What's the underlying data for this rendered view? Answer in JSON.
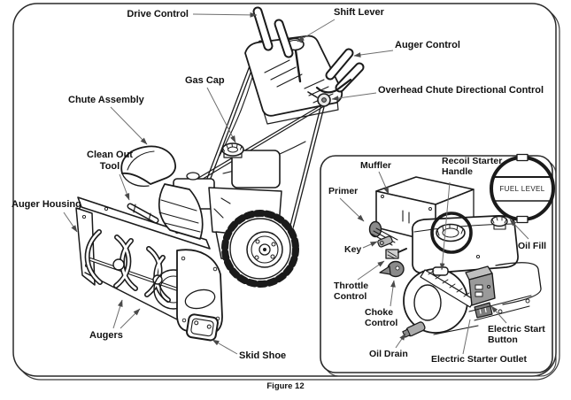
{
  "figure": {
    "caption": "Figure 12"
  },
  "diagram": {
    "labels": {
      "drive_control": "Drive Control",
      "shift_lever": "Shift Lever",
      "auger_control": "Auger Control",
      "overhead_chute_directional_control": "Overhead Chute Directional Control",
      "gas_cap": "Gas Cap",
      "chute_assembly": "Chute Assembly",
      "clean_out_tool": "Clean Out\nTool",
      "auger_housing": "Auger Housing",
      "augers": "Augers",
      "skid_shoe": "Skid Shoe"
    },
    "inset_labels": {
      "muffler": "Muffler",
      "recoil_starter_handle": "Recoil Starter\nHandle",
      "primer": "Primer",
      "key": "Key",
      "oil_fill": "Oil Fill",
      "throttle_control": "Throttle\nControl",
      "choke_control": "Choke\nControl",
      "oil_drain": "Oil Drain",
      "electric_start_button": "Electric Start\nButton",
      "electric_starter_outlet": "Electric Starter Outlet",
      "fuel_level": "FUEL LEVEL"
    },
    "colors": {
      "line": "#1a1a1a",
      "leader": "#6e6e6e",
      "shade_dark": "#8a8a8a",
      "shade_light": "#c4c4c4",
      "background": "#ffffff"
    }
  }
}
